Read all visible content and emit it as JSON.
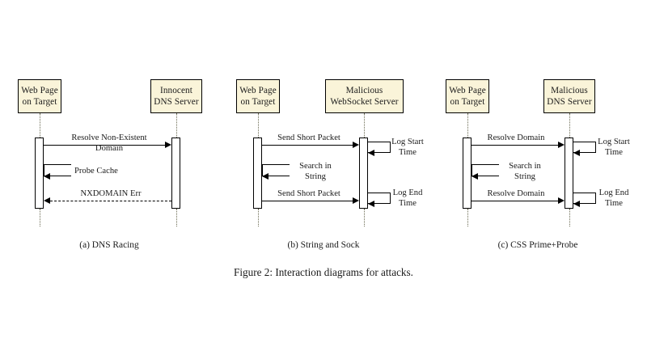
{
  "figure": {
    "caption": "Figure 2: Interaction diagrams for attacks.",
    "background_color": "#ffffff",
    "actor_fill_color": "#faf4d9",
    "line_color": "#000000"
  },
  "panels": [
    {
      "id": "dns-racing",
      "subcaption": "(a) DNS Racing",
      "actors": [
        {
          "id": "web-page-target",
          "line1": "Web Page",
          "line2": "on Target"
        },
        {
          "id": "innocent-dns-server",
          "line1": "Innocent",
          "line2": "DNS Server"
        }
      ],
      "messages": [
        {
          "id": "resolve-non-existent-domain",
          "line1": "Resolve Non-Existent",
          "line2": "Domain",
          "kind": "solid",
          "direction": "right"
        },
        {
          "id": "probe-cache",
          "line1": "Probe Cache",
          "line2": "",
          "kind": "self-loop",
          "direction": "left-actor"
        },
        {
          "id": "nxdomain-err",
          "line1": "NXDOMAIN Err",
          "line2": "",
          "kind": "dashed",
          "direction": "left"
        }
      ]
    },
    {
      "id": "string-and-sock",
      "subcaption": "(b) String and Sock",
      "actors": [
        {
          "id": "web-page-target",
          "line1": "Web Page",
          "line2": "on Target"
        },
        {
          "id": "malicious-websocket-server",
          "line1": "Malicious",
          "line2": "WebSocket Server"
        }
      ],
      "messages": [
        {
          "id": "send-short-packet-1",
          "line1": "Send Short Packet",
          "line2": "",
          "kind": "solid",
          "direction": "right"
        },
        {
          "id": "log-start-time",
          "line1": "Log Start",
          "line2": "Time",
          "kind": "self-loop",
          "direction": "right-actor"
        },
        {
          "id": "search-in-string",
          "line1": "Search in",
          "line2": "String",
          "kind": "self-loop",
          "direction": "left-actor"
        },
        {
          "id": "send-short-packet-2",
          "line1": "Send Short Packet",
          "line2": "",
          "kind": "solid",
          "direction": "right"
        },
        {
          "id": "log-end-time",
          "line1": "Log End",
          "line2": "Time",
          "kind": "self-loop",
          "direction": "right-actor"
        }
      ]
    },
    {
      "id": "css-prime-probe",
      "subcaption": "(c) CSS Prime+Probe",
      "actors": [
        {
          "id": "web-page-target",
          "line1": "Web Page",
          "line2": "on Target"
        },
        {
          "id": "malicious-dns-server",
          "line1": "Malicious",
          "line2": "DNS Server"
        }
      ],
      "messages": [
        {
          "id": "resolve-domain-1",
          "line1": "Resolve Domain",
          "line2": "",
          "kind": "solid",
          "direction": "right"
        },
        {
          "id": "log-start-time",
          "line1": "Log Start",
          "line2": "Time",
          "kind": "self-loop",
          "direction": "right-actor"
        },
        {
          "id": "search-in-string",
          "line1": "Search in",
          "line2": "String",
          "kind": "self-loop",
          "direction": "left-actor"
        },
        {
          "id": "resolve-domain-2",
          "line1": "Resolve Domain",
          "line2": "",
          "kind": "solid",
          "direction": "right"
        },
        {
          "id": "log-end-time",
          "line1": "Log End",
          "line2": "Time",
          "kind": "self-loop",
          "direction": "right-actor"
        }
      ]
    }
  ]
}
